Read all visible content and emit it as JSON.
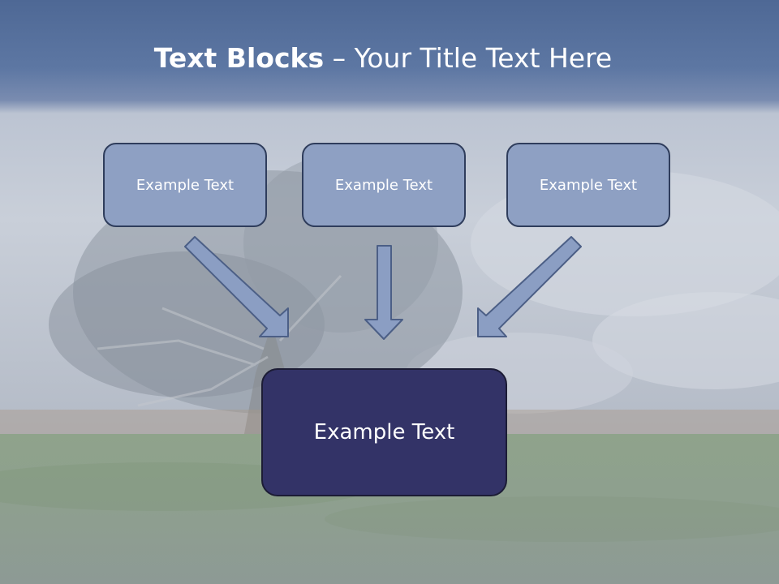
{
  "title": {
    "bold": "Text Blocks",
    "separator": " – ",
    "regular": "Your Title Text Here"
  },
  "blocks": [
    {
      "label": "Example Text"
    },
    {
      "label": "Example Text"
    },
    {
      "label": "Example Text"
    }
  ],
  "target": {
    "label": "Example Text"
  },
  "colors": {
    "title_band": "#5570a0",
    "small_box_fill": "#8ea0c3",
    "small_box_border": "#2f3d5c",
    "arrow_fill": "#8b9ec3",
    "arrow_stroke": "#4c5f86",
    "target_fill": "#333367"
  }
}
